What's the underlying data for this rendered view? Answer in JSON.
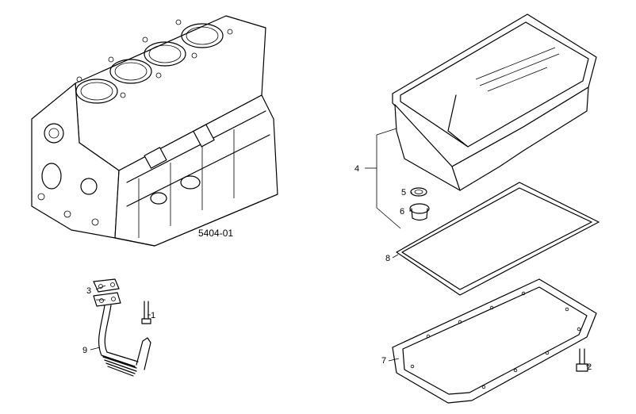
{
  "diagram": {
    "reference_code": "5404-01",
    "callouts": [
      {
        "id": "1",
        "label": "1"
      },
      {
        "id": "2",
        "label": "2"
      },
      {
        "id": "3",
        "label": "3"
      },
      {
        "id": "4",
        "label": "4"
      },
      {
        "id": "5",
        "label": "5"
      },
      {
        "id": "6",
        "label": "6"
      },
      {
        "id": "7",
        "label": "7"
      },
      {
        "id": "8",
        "label": "8"
      },
      {
        "id": "9",
        "label": "9"
      }
    ]
  }
}
